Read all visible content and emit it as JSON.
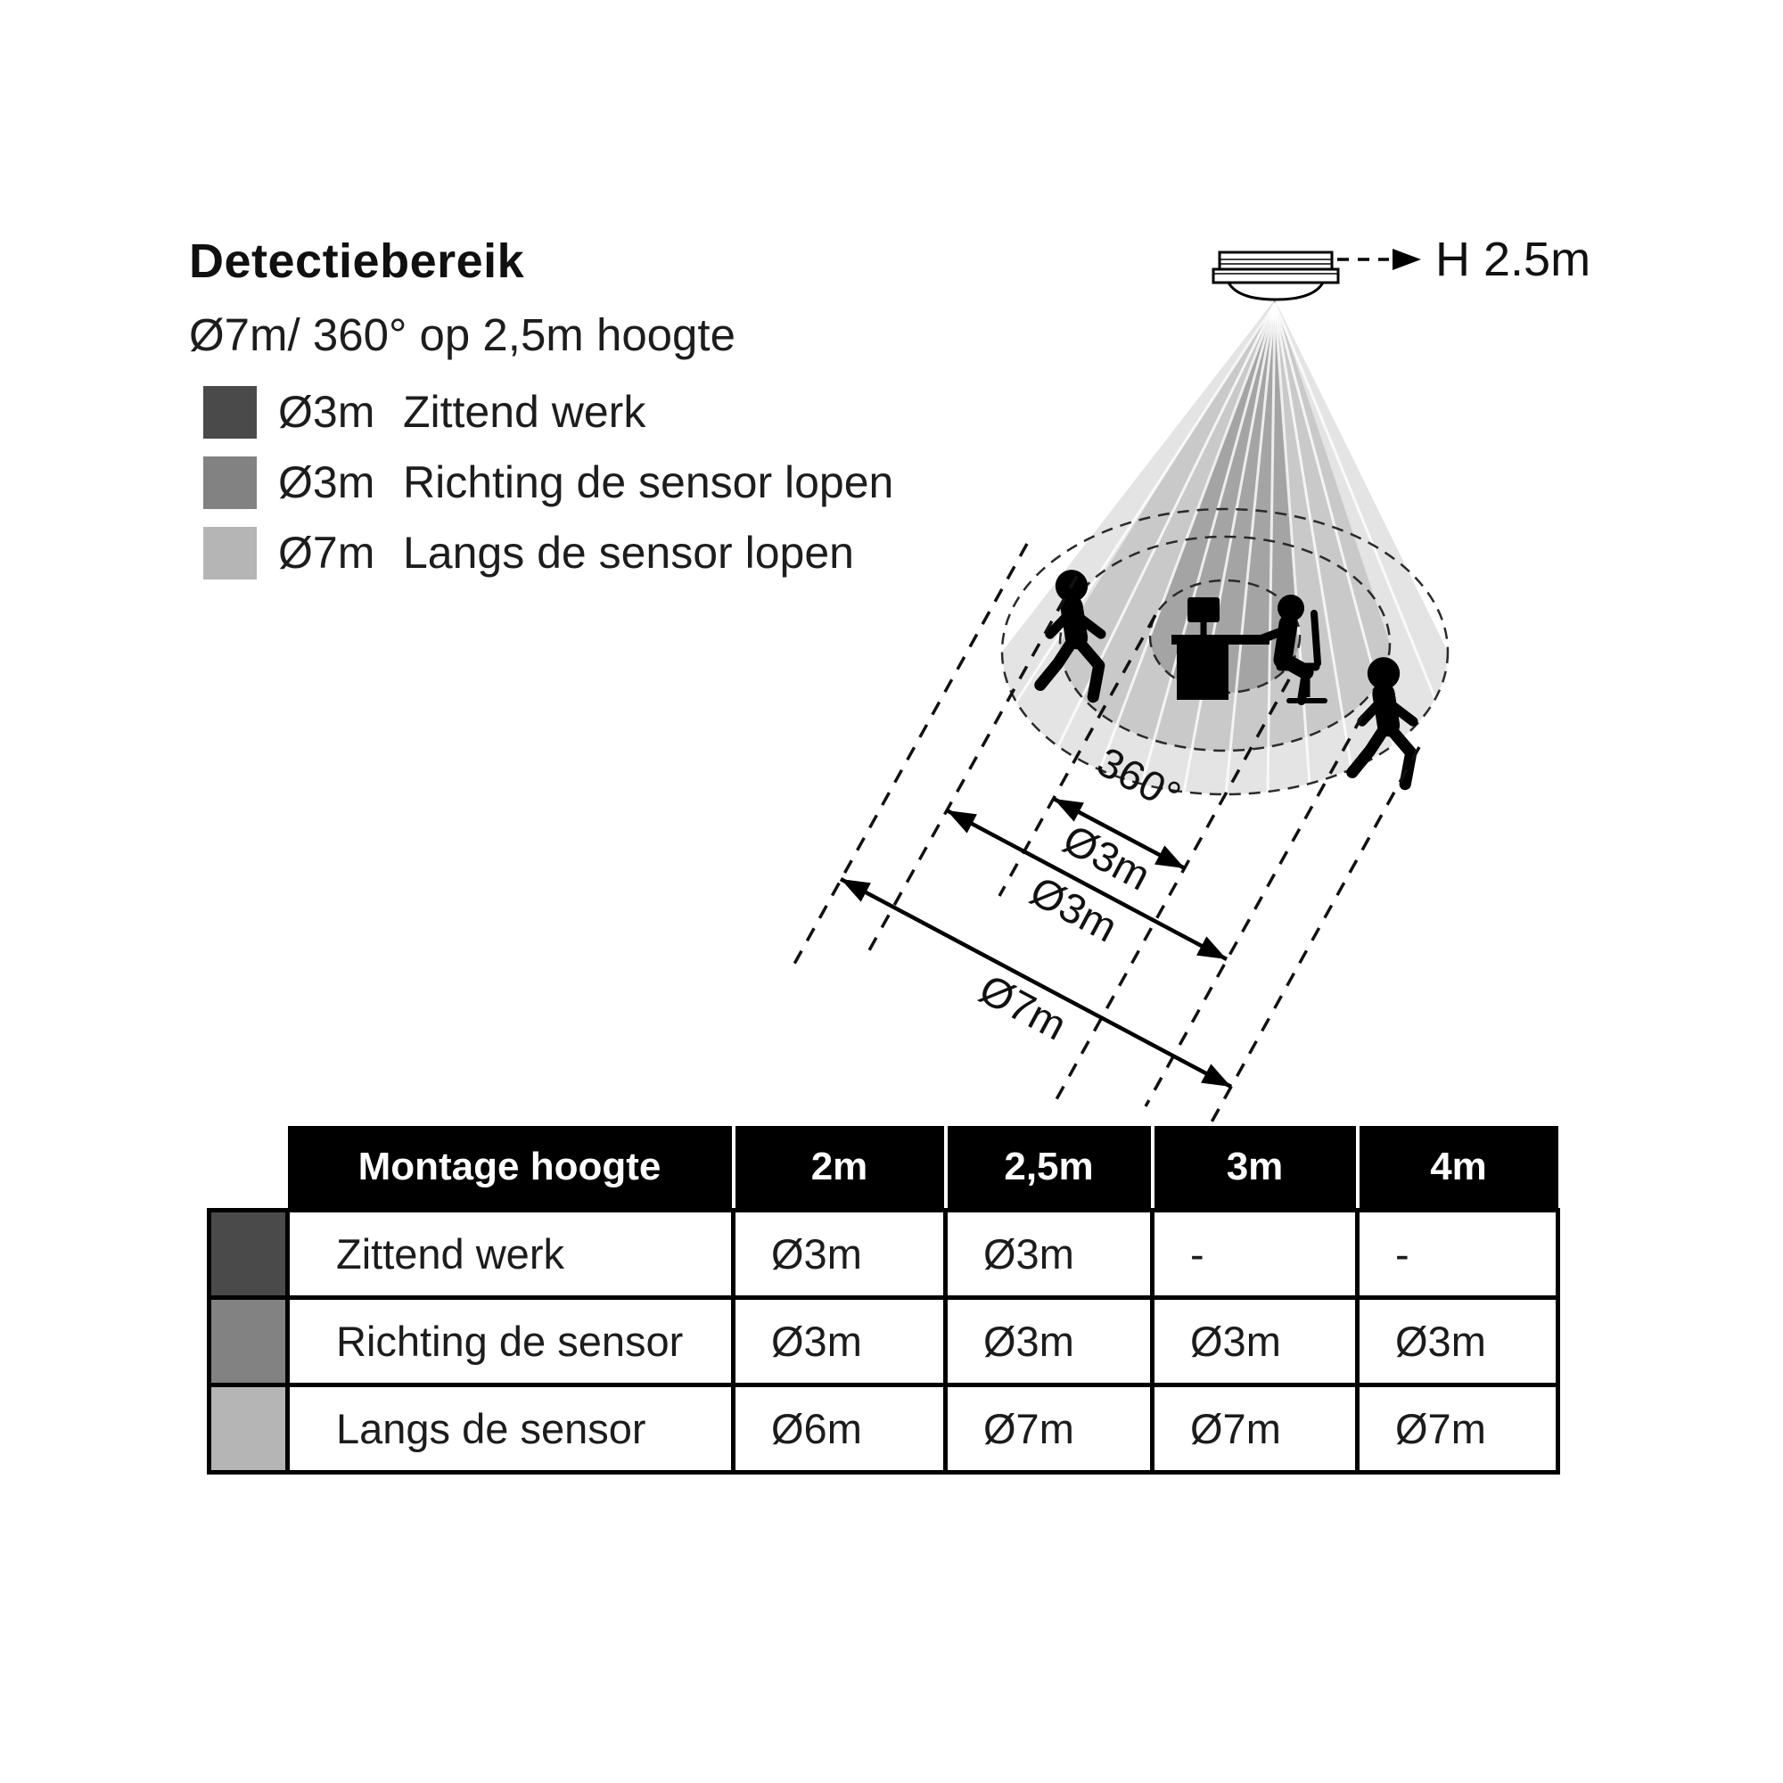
{
  "header": {
    "title": "Detectiebereik",
    "subtitle": "Ø7m/ 360° op 2,5m hoogte"
  },
  "legend": {
    "items": [
      {
        "swatch_color": "#4a4a4a",
        "value": "Ø3m",
        "label": "Zittend werk"
      },
      {
        "swatch_color": "#828282",
        "value": "Ø3m",
        "label": "Richting de sensor lopen"
      },
      {
        "swatch_color": "#b5b5b5",
        "value": "Ø7m",
        "label": "Langs de sensor lopen"
      }
    ]
  },
  "diagram": {
    "mount_height_label": "H 2.5m",
    "angle_label": "360°",
    "dimension_labels": [
      "Ø3m",
      "Ø3m",
      "Ø7m"
    ],
    "zone_colors": {
      "inner": "#a4a4a4",
      "middle": "#c9c9c9",
      "outer": "#e4e4e4"
    },
    "icons": [
      "ceiling-sensor",
      "walking-person",
      "person-at-desk",
      "walking-person"
    ]
  },
  "table": {
    "header": [
      "Montage hoogte",
      "2m",
      "2,5m",
      "3m",
      "4m"
    ],
    "rows": [
      {
        "swatch_color": "#4a4a4a",
        "label": "Zittend werk",
        "values": [
          "Ø3m",
          "Ø3m",
          "-",
          "-"
        ]
      },
      {
        "swatch_color": "#828282",
        "label": "Richting de sensor",
        "values": [
          "Ø3m",
          "Ø3m",
          "Ø3m",
          "Ø3m"
        ]
      },
      {
        "swatch_color": "#b5b5b5",
        "label": "Langs de sensor",
        "values": [
          "Ø6m",
          "Ø7m",
          "Ø7m",
          "Ø7m"
        ]
      }
    ]
  }
}
